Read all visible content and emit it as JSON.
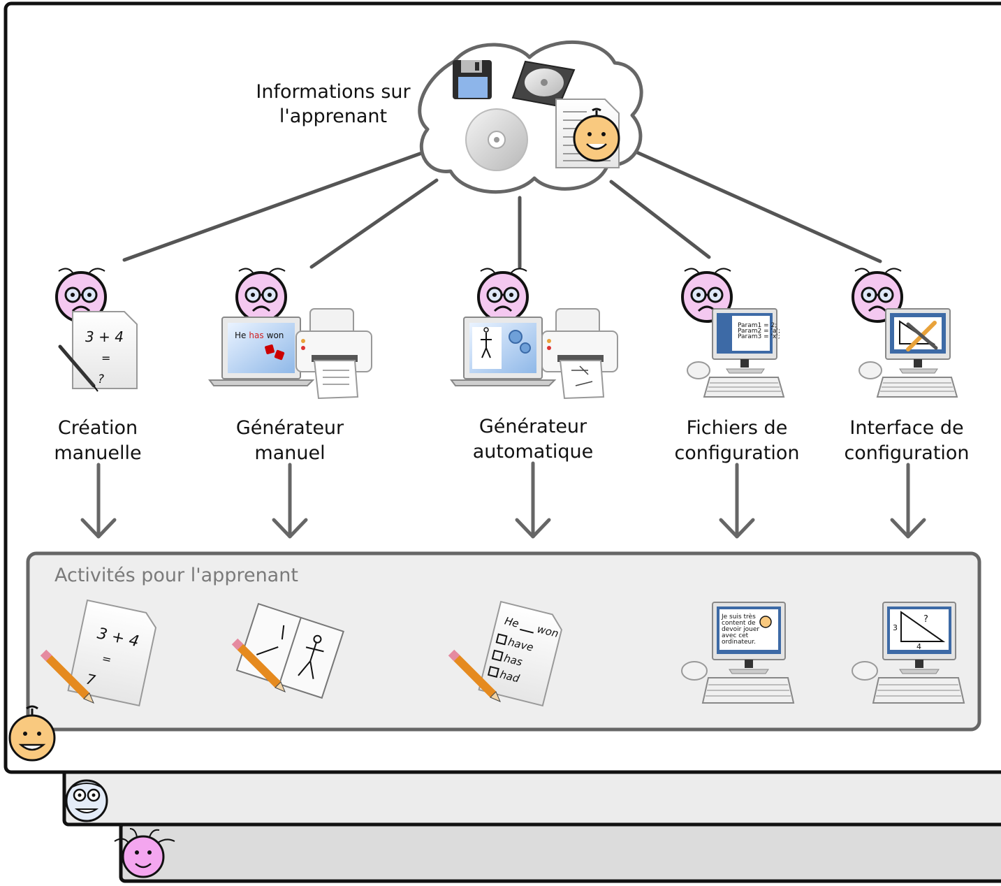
{
  "info_label": {
    "line1": "Informations sur",
    "line2": "l'apprenant"
  },
  "producers": [
    {
      "line1": "Création",
      "line2": "manuelle"
    },
    {
      "line1": "Générateur",
      "line2": "manuel"
    },
    {
      "line1": "Générateur",
      "line2": "automatique"
    },
    {
      "line1": "Fichiers de",
      "line2": "configuration"
    },
    {
      "line1": "Interface de",
      "line2": "configuration"
    }
  ],
  "laptop_text": {
    "w1": "He",
    "w2": "has",
    "w3": "won"
  },
  "config_params": [
    "Param1 = 2;",
    "Param2 = 'a';",
    "Param3 = 'x';"
  ],
  "activities_title": "Activités pour l'apprenant",
  "math_sheet": {
    "expr": "3 + 4",
    "eq": "=",
    "question": "?"
  },
  "math_activity": {
    "expr": "3 + 4",
    "eq": "=",
    "answer": "7"
  },
  "fill_blank": {
    "w1": "He",
    "w2": "won",
    "opt1": "have",
    "opt2": "has",
    "opt3": "had"
  },
  "computer_message": [
    "Je suis très",
    "content de",
    "devoir jouer",
    "avec cet",
    "ordinateur."
  ],
  "triangle": {
    "a": "3",
    "b": "4",
    "c": "?"
  },
  "colors": {
    "stroke": "#222222",
    "connector": "#666666",
    "panel": "#eeeeee",
    "teacher_face": "#f4c8f0",
    "learner_face": "#f9c97f"
  }
}
